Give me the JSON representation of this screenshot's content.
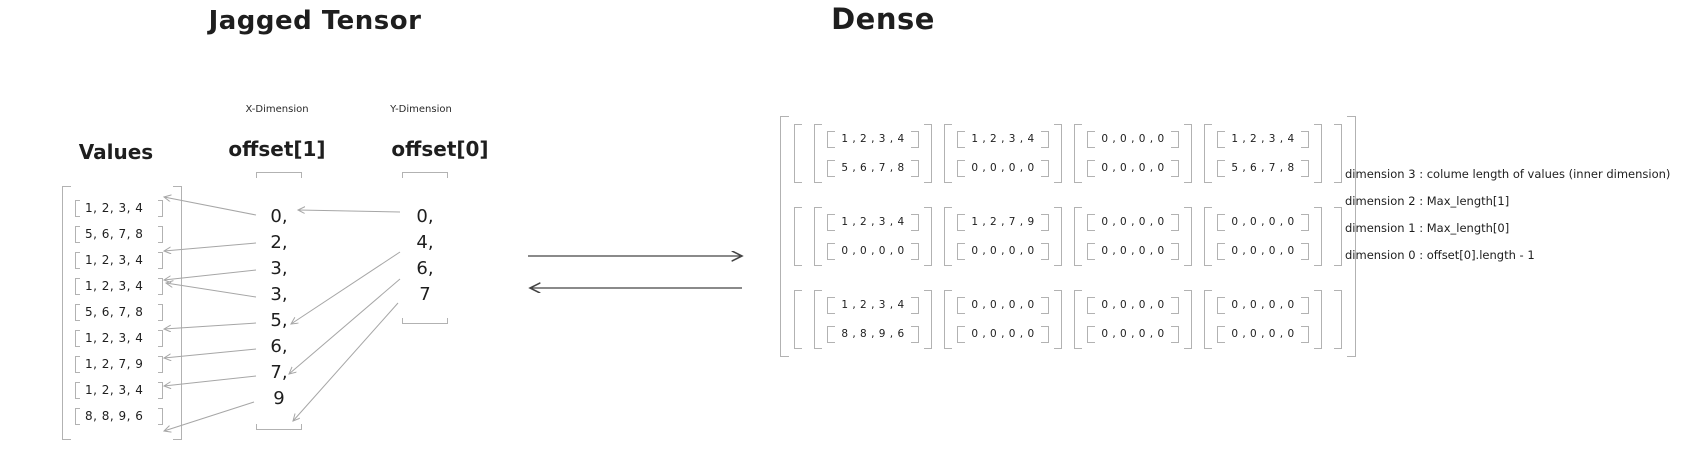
{
  "titles": {
    "jagged": "Jagged Tensor",
    "dense": "Dense"
  },
  "jagged": {
    "values_label": "Values",
    "x_dimension_label": "X-Dimension",
    "y_dimension_label": "Y-Dimension",
    "offset1_label": "offset[1]",
    "offset0_label": "offset[0]",
    "values": [
      "1, 2, 3, 4",
      "5, 6, 7, 8",
      "1, 2, 3, 4",
      "1, 2, 3, 4",
      "5, 6, 7, 8",
      "1, 2, 3, 4",
      "1, 2, 7, 9",
      "1, 2, 3, 4",
      "8, 8, 9, 6"
    ],
    "offset1": [
      "0,",
      "2,",
      "3,",
      "3,",
      "5,",
      "6,",
      "7,",
      "9"
    ],
    "offset0": [
      "0,",
      "4,",
      "6,",
      "7"
    ]
  },
  "dense": {
    "grid": [
      [
        [
          "1 , 2 , 3 , 4",
          "5 , 6 , 7 , 8"
        ],
        [
          "1 , 2 , 3 , 4",
          "0 , 0 , 0 , 0"
        ],
        [
          "0 , 0 , 0 , 0",
          "0 , 0 , 0 , 0"
        ],
        [
          "1 , 2 , 3 , 4",
          "5 , 6 , 7 , 8"
        ]
      ],
      [
        [
          "1 , 2 , 3 , 4",
          "0 , 0 , 0 , 0"
        ],
        [
          "1 , 2 , 7 , 9",
          "0 , 0 , 0 , 0"
        ],
        [
          "0 , 0 , 0 , 0",
          "0 , 0 , 0 , 0"
        ],
        [
          "0 , 0 , 0 , 0",
          "0 , 0 , 0 , 0"
        ]
      ],
      [
        [
          "1 , 2 , 3 , 4",
          "8 , 8 , 9 , 6"
        ],
        [
          "0 , 0 , 0 , 0",
          "0 , 0 , 0 , 0"
        ],
        [
          "0 , 0 , 0 , 0",
          "0 , 0 , 0 , 0"
        ],
        [
          "0 , 0 , 0 , 0",
          "0 , 0 , 0 , 0"
        ]
      ]
    ]
  },
  "annotations": [
    "dimension 3 : colume length of values (inner dimension)",
    "dimension 2 : Max_length[1]",
    "dimension 1 : Max_length[0]",
    "dimension 0 : offset[0].length - 1"
  ],
  "colors": {
    "ink": "#1e1e1e",
    "stroke_gray": "#b2b2b2",
    "arrow_gray": "#a6a6a6",
    "arrow_dark": "#444444"
  }
}
